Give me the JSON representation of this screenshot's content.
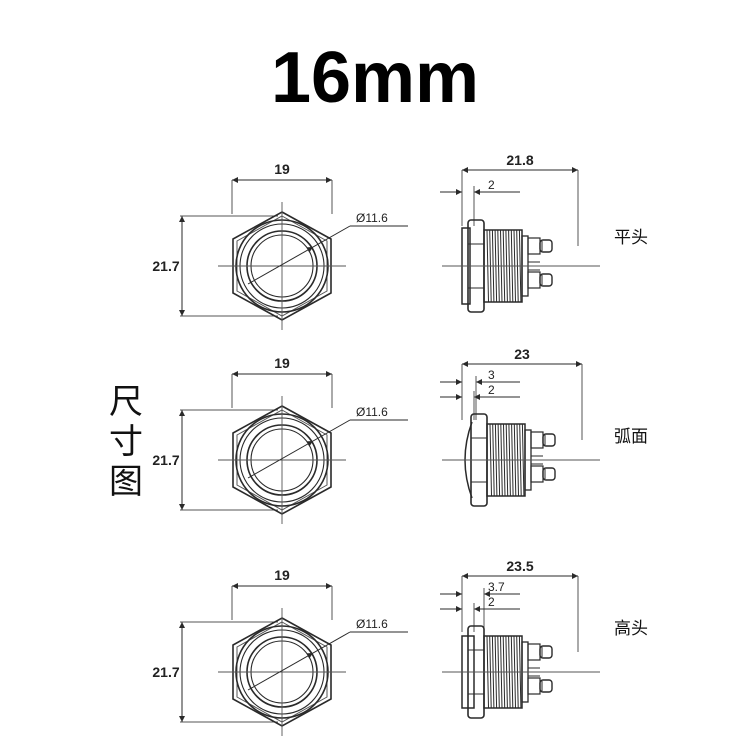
{
  "title": "16mm",
  "side_label": [
    "尺",
    "寸",
    "图"
  ],
  "rows": [
    {
      "front": {
        "width": "19",
        "height": "21.7",
        "diameter": "Ø11.6"
      },
      "side": {
        "total": "21.8",
        "dims": [
          "2"
        ]
      },
      "variant": "平头"
    },
    {
      "front": {
        "width": "19",
        "height": "21.7",
        "diameter": "Ø11.6"
      },
      "side": {
        "total": "23",
        "dims": [
          "3",
          "2"
        ]
      },
      "variant": "弧面"
    },
    {
      "front": {
        "width": "19",
        "height": "21.7",
        "diameter": "Ø11.6"
      },
      "side": {
        "total": "23.5",
        "dims": [
          "3.7",
          "2"
        ]
      },
      "variant": "高头"
    }
  ],
  "colors": {
    "line": "#2a2a2a",
    "thin": "#555555",
    "background": "#ffffff"
  }
}
